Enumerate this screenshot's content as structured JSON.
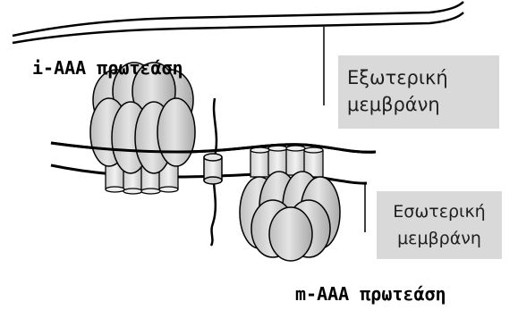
{
  "labels": {
    "i_aaa": "i-AAA πρωτεάση",
    "m_aaa": "m-AAA πρωτεάση",
    "outer_membrane_line1": "Εξωτερική",
    "outer_membrane_line2": "μεμβράνη",
    "inner_membrane_line1": "Εσωτερική",
    "inner_membrane_line2": "μεμβράνη"
  },
  "colors": {
    "box_fill": "#d9d9d9",
    "protein_fill": "#d6d6d6",
    "stroke": "#000000"
  }
}
